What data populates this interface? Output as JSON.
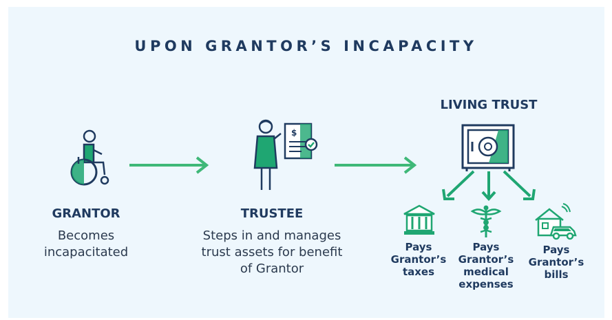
{
  "title": "UPON GRANTOR’S INCAPACITY",
  "colors": {
    "navy": "#1f3a5f",
    "green": "#1fa672",
    "arrow_green": "#3fb878",
    "panel": "#eef7fd"
  },
  "grantor": {
    "heading": "GRANTOR",
    "line1": "Becomes",
    "line2": "incapacitated",
    "icon": "wheelchair-icon"
  },
  "trustee": {
    "heading": "TRUSTEE",
    "line1": "Steps in and manages",
    "line2": "trust assets for benefit",
    "line3": "of Grantor",
    "icon": "trustee-with-document-icon"
  },
  "trust": {
    "heading": "LIVING TRUST",
    "icon": "safe-icon"
  },
  "outcomes": [
    {
      "icon": "bank-building-icon",
      "lines": [
        "Pays",
        "Grantor’s",
        "taxes"
      ]
    },
    {
      "icon": "caduceus-icon",
      "lines": [
        "Pays",
        "Grantor’s",
        "medical",
        "expenses"
      ]
    },
    {
      "icon": "house-car-icon",
      "lines": [
        "Pays",
        "Grantor’s",
        "bills"
      ]
    }
  ]
}
